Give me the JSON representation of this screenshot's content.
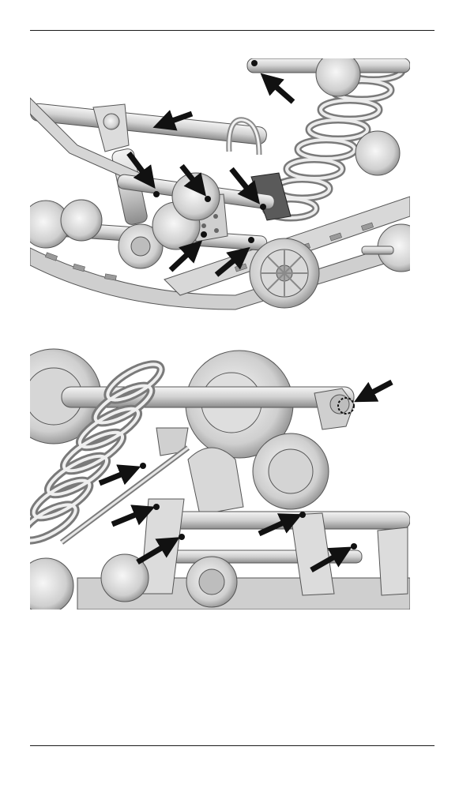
{
  "document": {
    "header_rule": true,
    "footer_rule": true
  },
  "figures": [
    {
      "subject": "rear-suspension-lubrication-points-view-1",
      "callout_arrows": 7
    },
    {
      "subject": "rear-suspension-lubrication-points-view-2",
      "callout_arrows": 6,
      "highlighted_fitting": true
    }
  ],
  "colors": {
    "metal_light": "#e6e6e6",
    "metal_mid": "#bdbdbd",
    "metal_dark": "#7a7a7a",
    "arrow": "#111111",
    "rule": "#1a1a1a"
  }
}
